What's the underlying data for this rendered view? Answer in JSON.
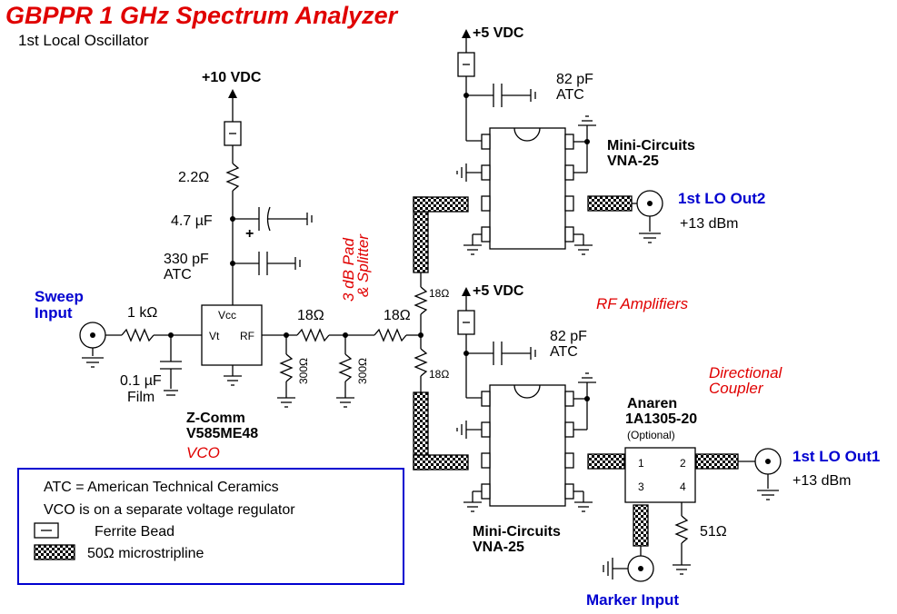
{
  "title": "GBPPR 1 GHz Spectrum Analyzer",
  "subtitle": "1st Local Oscillator",
  "supplies": {
    "v10": "+10 VDC",
    "v5_top": "+5 VDC",
    "v5_bottom": "+5 VDC"
  },
  "inputs": {
    "sweep": [
      "Sweep",
      "Input"
    ],
    "marker": "Marker Input"
  },
  "outputs": {
    "out2": "1st LO Out2",
    "out2_level": "+13 dBm",
    "out1": "1st LO Out1",
    "out1_level": "+13 dBm"
  },
  "components": {
    "r_2_2": "2.2Ω",
    "c_4_7": "4.7 µF",
    "c_plus": "+",
    "c_330": "330 pF",
    "c_330_mfr": "ATC",
    "r_1k": "1 kΩ",
    "c_0_1": "0.1 µF",
    "c_0_1_type": "Film",
    "vco_vcc": "Vcc",
    "vco_vt": "Vt",
    "vco_rf": "RF",
    "vco_mfr": "Z-Comm",
    "vco_part": "V585ME48",
    "vco_note": "VCO",
    "r_18_a": "18Ω",
    "r_18_b": "18Ω",
    "r_300_a": "300Ω",
    "r_300_b": "300Ω",
    "pad_note": [
      "3 dB Pad",
      "& Splitter"
    ],
    "r_18_c": "18Ω",
    "r_18_d": "18Ω",
    "c_82_top": "82 pF",
    "c_82_top_mfr": "ATC",
    "c_82_bot": "82 pF",
    "c_82_bot_mfr": "ATC",
    "amp_top_mfr": "Mini-Circuits",
    "amp_top_part": "VNA-25",
    "amp_bot_mfr": "Mini-Circuits",
    "amp_bot_part": "VNA-25",
    "rf_amps_note": "RF Amplifiers",
    "coupler_note": [
      "Directional",
      "Coupler"
    ],
    "coupler_mfr": "Anaren",
    "coupler_part": "1A1305-20",
    "coupler_opt": "(Optional)",
    "coupler_pins": [
      "1",
      "2",
      "3",
      "4"
    ],
    "r_51": "51Ω"
  },
  "legend": {
    "atc": "ATC = American Technical Ceramics",
    "vco": "VCO is on a separate voltage regulator",
    "bead": "Ferrite Bead",
    "strip": "50Ω microstripline"
  }
}
